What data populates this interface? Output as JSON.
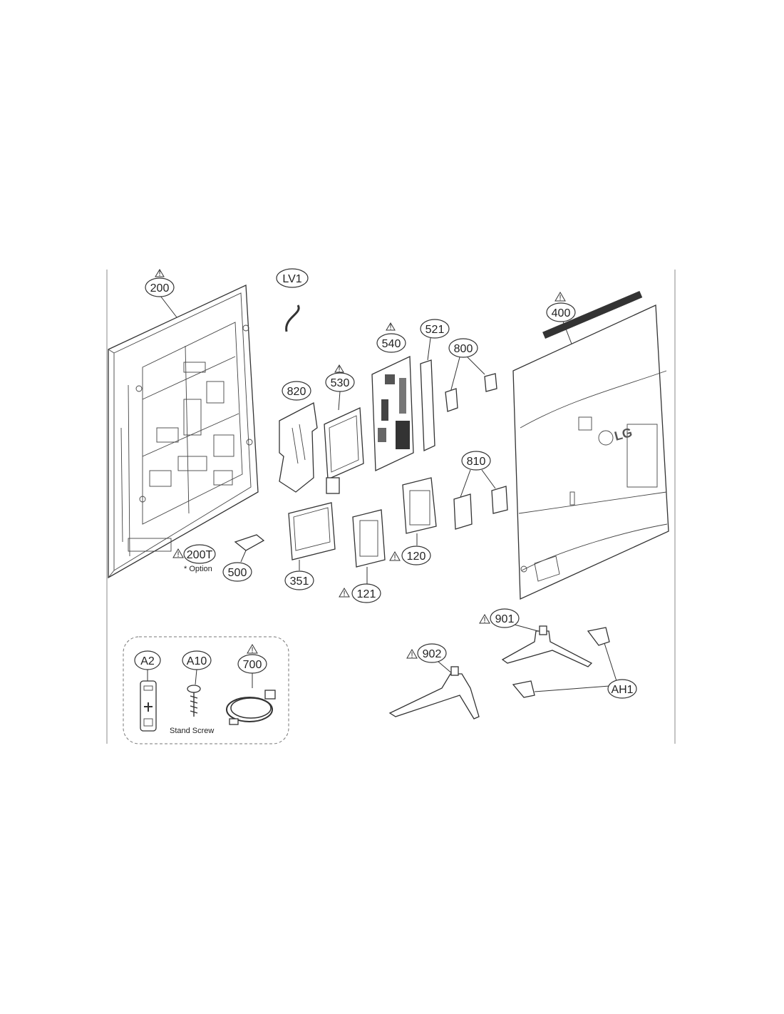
{
  "callouts": {
    "c200": "200",
    "c200T": "200T",
    "option_note": "* Option",
    "cLV1": "LV1",
    "c820": "820",
    "c530": "530",
    "c540": "540",
    "c521": "521",
    "c800": "800",
    "c400": "400",
    "c810": "810",
    "c500": "500",
    "c351": "351",
    "c121": "121",
    "c120": "120",
    "c901": "901",
    "c902": "902",
    "cAH1": "AH1",
    "cA2": "A2",
    "cA10": "A10",
    "c700": "700",
    "stand_screw": "Stand Screw"
  },
  "warning_icon": "warning-triangle-icon",
  "logo_text": "LG"
}
